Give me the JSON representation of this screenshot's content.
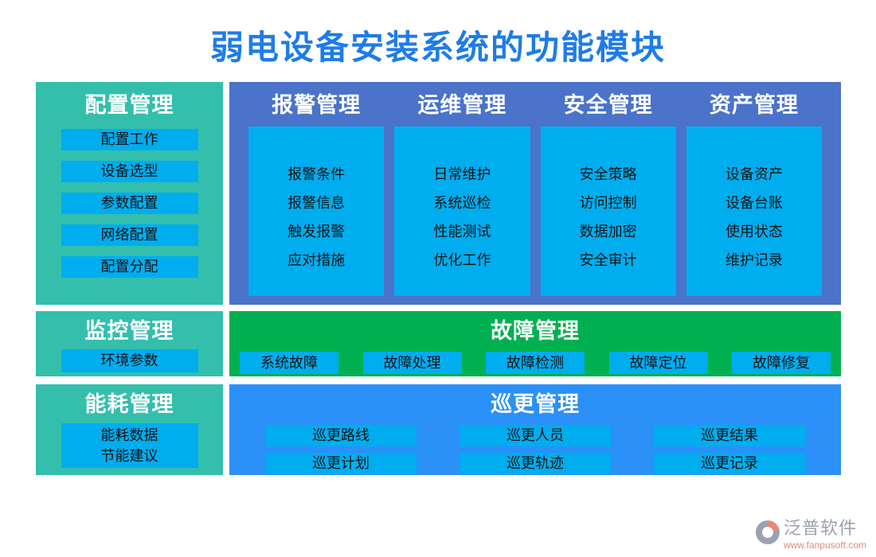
{
  "title": "弱电设备安装系统的功能模块",
  "colors": {
    "title_blue": "#1e7ce8",
    "teal_panel": "#33bfac",
    "dark_blue_panel": "#4a73c9",
    "light_blue_item": "#00adef",
    "green_panel": "#00b050",
    "bright_blue_panel": "#2b90f8",
    "item_text": "#141414",
    "header_text": "#ffffff",
    "logo_grey": "#9aa2b2",
    "logo_salmon": "#e8887c"
  },
  "left_panels": [
    {
      "title": "配置管理",
      "items": [
        "配置工作",
        "设备选型",
        "参数配置",
        "网络配置",
        "配置分配"
      ]
    },
    {
      "title": "监控管理",
      "items": [
        "环境参数"
      ]
    },
    {
      "title": "能耗管理",
      "items": [
        "能耗数据",
        "节能建议"
      ]
    }
  ],
  "top": {
    "columns": [
      {
        "title": "报警管理",
        "items": [
          "报警条件",
          "报警信息",
          "触发报警",
          "应对措施"
        ]
      },
      {
        "title": "运维管理",
        "items": [
          "日常维护",
          "系统巡检",
          "性能测试",
          "优化工作"
        ]
      },
      {
        "title": "安全管理",
        "items": [
          "安全策略",
          "访问控制",
          "数据加密",
          "安全审计"
        ]
      },
      {
        "title": "资产管理",
        "items": [
          "设备资产",
          "设备台账",
          "使用状态",
          "维护记录"
        ]
      }
    ]
  },
  "fault": {
    "title": "故障管理",
    "items": [
      "系统故障",
      "故障处理",
      "故障检测",
      "故障定位",
      "故障修复"
    ]
  },
  "patrol": {
    "title": "巡更管理",
    "items": [
      "巡更路线",
      "巡更人员",
      "巡更结果",
      "巡更计划",
      "巡更轨迹",
      "巡更记录"
    ]
  },
  "logo": {
    "name": "泛普软件",
    "url": "www.fanpusoft.com"
  }
}
